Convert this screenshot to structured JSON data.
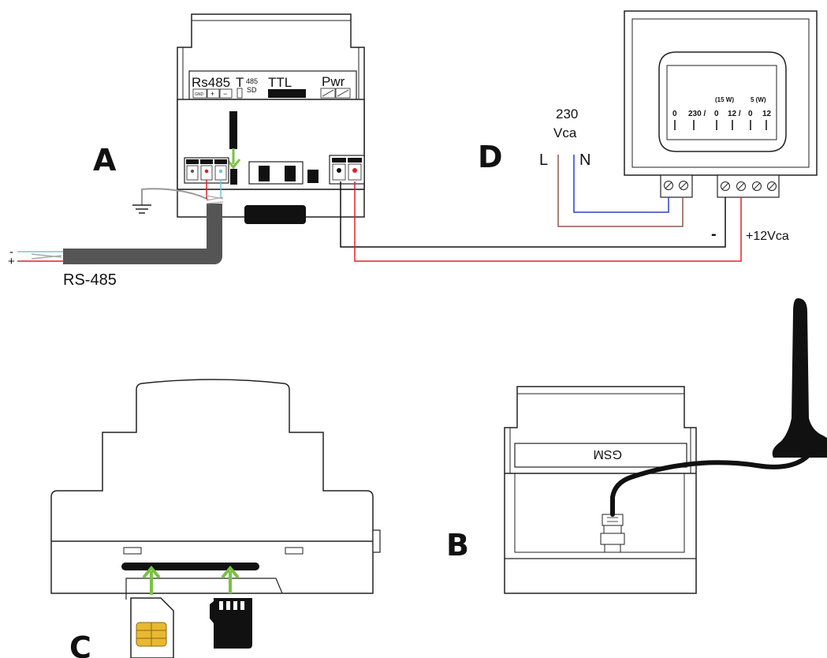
{
  "section_letters": {
    "a": "A",
    "b": "B",
    "c": "C",
    "d": "D"
  },
  "device_a": {
    "terminals": {
      "rs485": "Rs485",
      "t": "T",
      "t_sup": "485",
      "t_sub": "SD",
      "ttl": "TTL",
      "pwr": "Pwr"
    },
    "pins": {
      "gnd": "GND",
      "plus": "+",
      "minus": "−"
    }
  },
  "rs485_cable": {
    "label": "RS-485",
    "minus": "-",
    "plus": "+"
  },
  "mains": {
    "voltage": "230",
    "unit": "Vca",
    "l": "L",
    "n": "N"
  },
  "transformer": {
    "power_15": "(15 W)",
    "power_5": "5 (W)",
    "taps": [
      "0",
      "230 /",
      "0",
      "12 /",
      "0",
      "12"
    ]
  },
  "output": {
    "minus": "-",
    "plus": "+12Vca"
  },
  "gsm_module": {
    "label": "GSM"
  },
  "colors": {
    "red": "#e0202a",
    "blue": "#2a3fd0",
    "brown": "#8a5a4a",
    "black": "#111111",
    "green": "#7ac143",
    "chip": "#e8b830"
  }
}
